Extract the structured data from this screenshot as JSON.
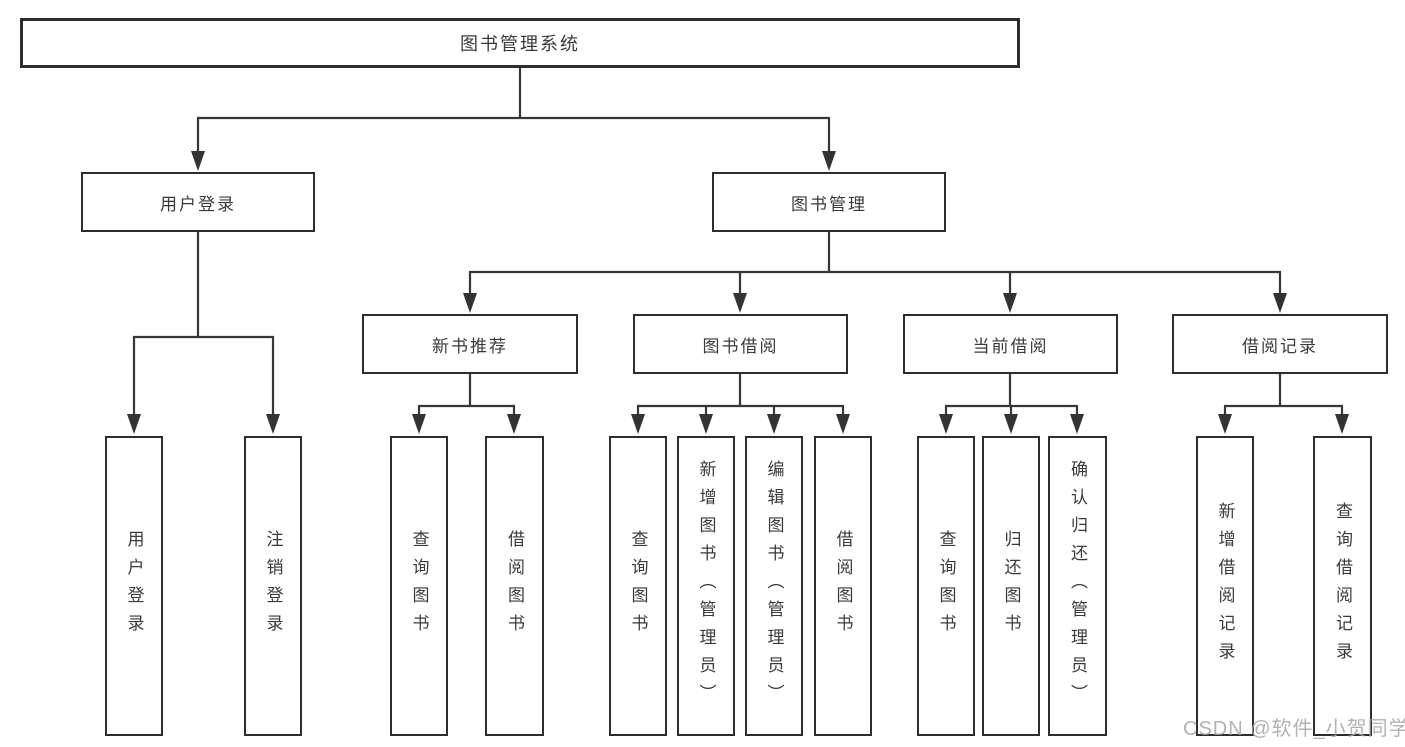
{
  "tree": {
    "label": "图书管理系统",
    "children": [
      {
        "label": "用户登录",
        "children": [
          {
            "label": "用户登录"
          },
          {
            "label": "注销登录"
          }
        ]
      },
      {
        "label": "图书管理",
        "children": [
          {
            "label": "新书推荐",
            "children": [
              {
                "label": "查询图书"
              },
              {
                "label": "借阅图书"
              }
            ]
          },
          {
            "label": "图书借阅",
            "children": [
              {
                "label": "查询图书"
              },
              {
                "label": "新增图书（管理员）"
              },
              {
                "label": "编辑图书（管理员）"
              },
              {
                "label": "借阅图书"
              }
            ]
          },
          {
            "label": "当前借阅",
            "children": [
              {
                "label": "查询图书"
              },
              {
                "label": "归还图书"
              },
              {
                "label": "确认归还（管理员）"
              }
            ]
          },
          {
            "label": "借阅记录",
            "children": [
              {
                "label": "新增借阅记录"
              },
              {
                "label": "查询借阅记录"
              }
            ]
          }
        ]
      }
    ]
  },
  "watermark": "CSDN @软件_小贺同学",
  "colors": {
    "background": "#ffffff",
    "box_border": "#2d2d2d",
    "line": "#363636",
    "text": "#3a3a3a",
    "watermark": "#a5a5a5"
  }
}
